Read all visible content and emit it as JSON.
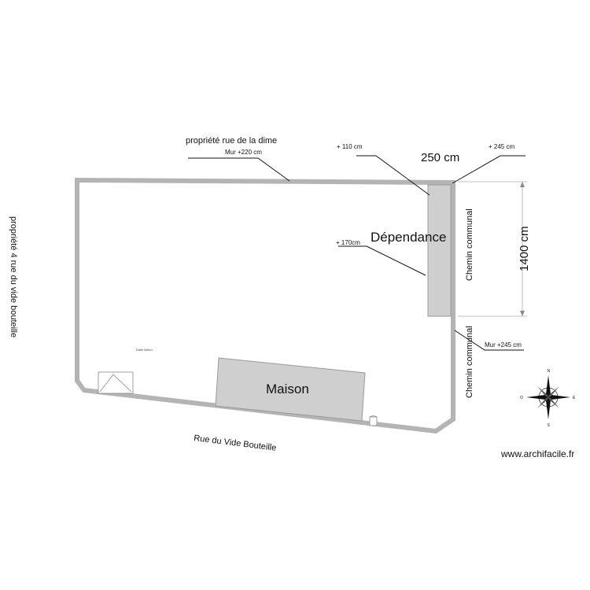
{
  "labels": {
    "north_property": "propriété rue de la dime",
    "north_wall": "Mur +220 cm",
    "west_property": "propriété 4 rue du vide bouteille",
    "street": "Rue du Vide Bouteille",
    "chemin_upper": "Chemin communal",
    "chemin_lower": "Chemin communal",
    "east_wall": "Mur +245 cm",
    "dependance": "Dépendance",
    "maison": "Maison",
    "dalle": "Dalle Beton",
    "watermark": "www.archifacile.fr"
  },
  "dimensions": {
    "width": "250 cm",
    "length": "1400 cm"
  },
  "heights": {
    "h110": "+ 110 cm",
    "h245": "+ 245 cm",
    "h170": "+ 170cm"
  },
  "compass": {
    "north": "N",
    "south": "S",
    "east": "E",
    "west": "O"
  },
  "colors": {
    "wall": "#b4b4b4",
    "building_fill": "#cfcfcf",
    "building_stroke": "#9a9a9a",
    "leader": "#111111"
  }
}
